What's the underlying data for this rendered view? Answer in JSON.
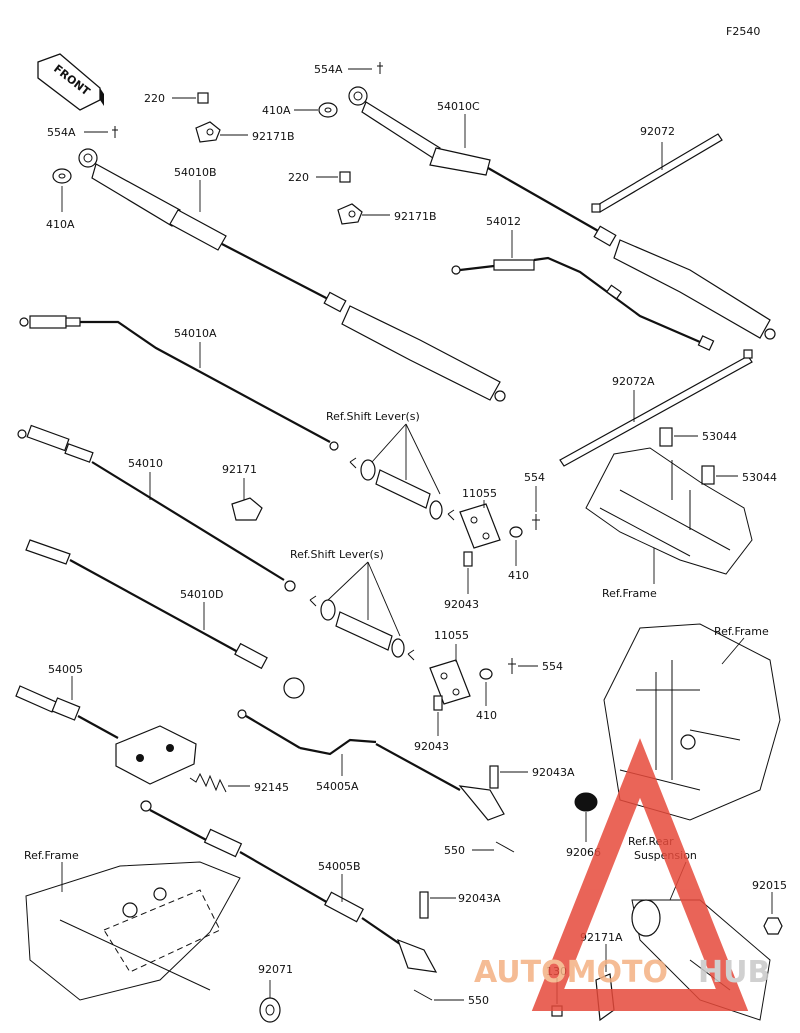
{
  "figure_code": "F2540",
  "front_label": "FRONT",
  "watermark": {
    "brand_left": "AUTOMOTO",
    "brand_right": "HUB",
    "color_left": "#f4b183",
    "color_right": "#c8c8c8",
    "logo_color": "#e64a3b"
  },
  "parts": [
    {
      "id": "lbl-554a-top",
      "text": "554A"
    },
    {
      "id": "lbl-220-top",
      "text": "220"
    },
    {
      "id": "lbl-410a-top",
      "text": "410A"
    },
    {
      "id": "lbl-54010c",
      "text": "54010C"
    },
    {
      "id": "lbl-554a-left",
      "text": "554A"
    },
    {
      "id": "lbl-92171b-top",
      "text": "92171B"
    },
    {
      "id": "lbl-92072",
      "text": "92072"
    },
    {
      "id": "lbl-410a-left",
      "text": "410A"
    },
    {
      "id": "lbl-54010b",
      "text": "54010B"
    },
    {
      "id": "lbl-220-mid",
      "text": "220"
    },
    {
      "id": "lbl-92171b-mid",
      "text": "92171B"
    },
    {
      "id": "lbl-54012",
      "text": "54012"
    },
    {
      "id": "lbl-54010a",
      "text": "54010A"
    },
    {
      "id": "lbl-92072a",
      "text": "92072A"
    },
    {
      "id": "lbl-53044-top",
      "text": "53044"
    },
    {
      "id": "lbl-53044-bot",
      "text": "53044"
    },
    {
      "id": "lbl-54010",
      "text": "54010"
    },
    {
      "id": "lbl-92171",
      "text": "92171"
    },
    {
      "id": "lbl-11055-top",
      "text": "11055"
    },
    {
      "id": "lbl-554-top",
      "text": "554"
    },
    {
      "id": "lbl-410-top",
      "text": "410"
    },
    {
      "id": "lbl-92043-top",
      "text": "92043"
    },
    {
      "id": "lbl-54010d",
      "text": "54010D"
    },
    {
      "id": "lbl-11055-bot",
      "text": "11055"
    },
    {
      "id": "lbl-554-bot",
      "text": "554"
    },
    {
      "id": "lbl-410-bot",
      "text": "410"
    },
    {
      "id": "lbl-92043-bot",
      "text": "92043"
    },
    {
      "id": "lbl-54005",
      "text": "54005"
    },
    {
      "id": "lbl-92145",
      "text": "92145"
    },
    {
      "id": "lbl-54005a",
      "text": "54005A"
    },
    {
      "id": "lbl-92043a-top",
      "text": "92043A"
    },
    {
      "id": "lbl-550-top",
      "text": "550"
    },
    {
      "id": "lbl-92066",
      "text": "92066"
    },
    {
      "id": "lbl-54005b",
      "text": "54005B"
    },
    {
      "id": "lbl-92043a-bot",
      "text": "92043A"
    },
    {
      "id": "lbl-92015",
      "text": "92015"
    },
    {
      "id": "lbl-92171a",
      "text": "92171A"
    },
    {
      "id": "lbl-92071",
      "text": "92071"
    },
    {
      "id": "lbl-550-bot",
      "text": "550"
    },
    {
      "id": "lbl-130",
      "text": "130"
    }
  ],
  "refs": [
    {
      "id": "ref-shift-lever-top",
      "text": "Ref.Shift Lever(s)"
    },
    {
      "id": "ref-shift-lever-bot",
      "text": "Ref.Shift Lever(s)"
    },
    {
      "id": "ref-frame-right-top",
      "text": "Ref.Frame"
    },
    {
      "id": "ref-frame-right-mid",
      "text": "Ref.Frame"
    },
    {
      "id": "ref-frame-left",
      "text": "Ref.Frame"
    },
    {
      "id": "ref-rear-1",
      "text": "Ref.Rear"
    },
    {
      "id": "ref-rear-2",
      "text": "Suspension"
    }
  ]
}
